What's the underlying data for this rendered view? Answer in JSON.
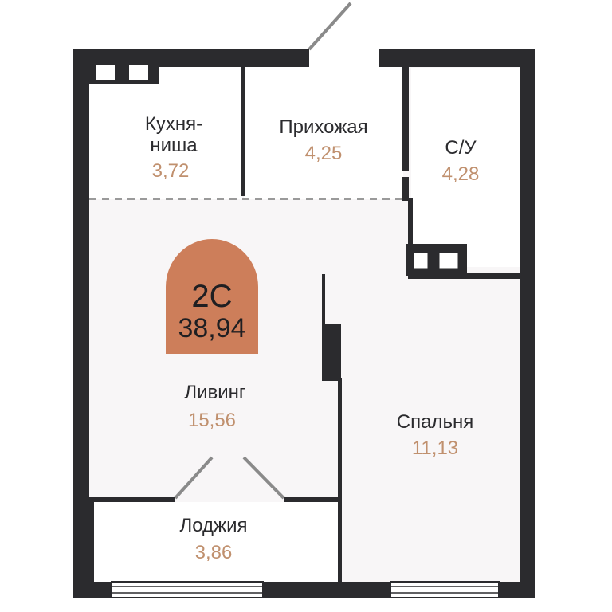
{
  "colors": {
    "wall": "#2b2b2e",
    "floor": "#f8f6f7",
    "accent": "#cd7e5a",
    "area_text": "#c0906e",
    "divider": "#9a9a9a"
  },
  "apartment": {
    "type": "2С",
    "total_area": "38,94"
  },
  "rooms": {
    "kitchen": {
      "name_line1": "Кухня-",
      "name_line2": "ниша",
      "area": "3,72"
    },
    "hallway": {
      "name": "Прихожая",
      "area": "4,25"
    },
    "bathroom": {
      "name": "С/У",
      "area": "4,28"
    },
    "living": {
      "name": "Ливинг",
      "area": "15,56"
    },
    "bedroom": {
      "name": "Спальня",
      "area": "11,13"
    },
    "loggia": {
      "name": "Лоджия",
      "area": "3,86"
    }
  }
}
